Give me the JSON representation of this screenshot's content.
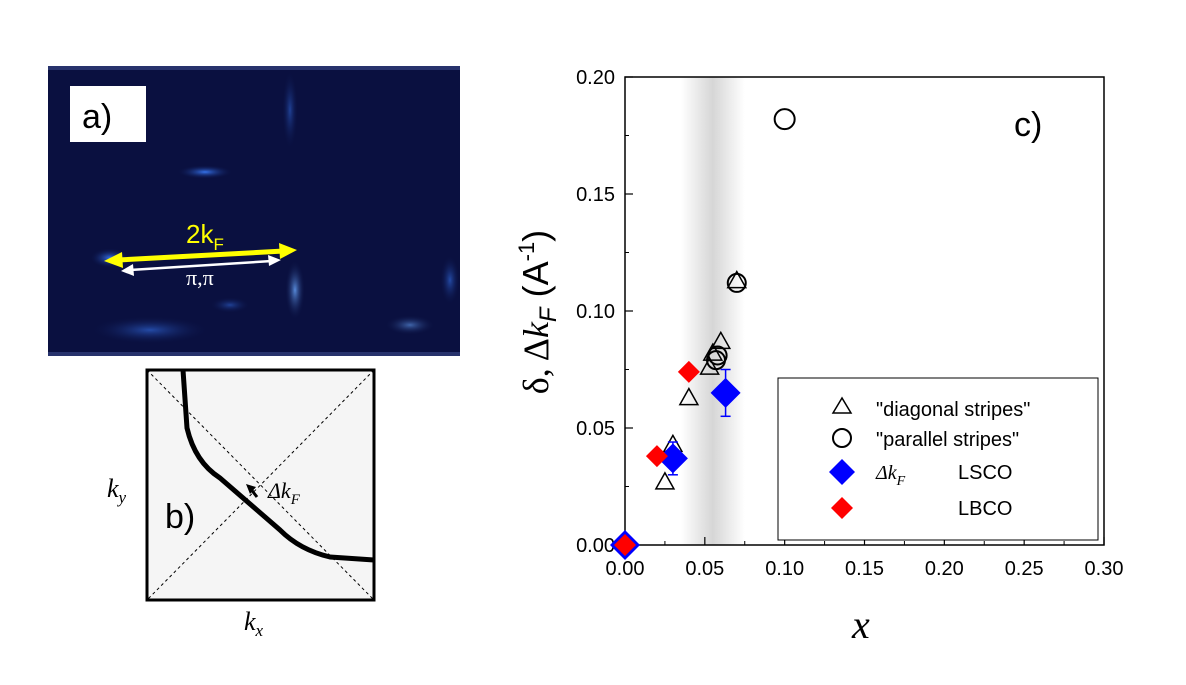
{
  "panel_a": {
    "label": "a)",
    "arrow_label_main": "2k",
    "arrow_label_sub": "F",
    "arrow_label_lower": "π,π",
    "colors": {
      "background": "#0a1040",
      "arrow_yellow": "#ffff00",
      "arrow_white": "#ffffff"
    }
  },
  "panel_b": {
    "label": "b)",
    "delta_label": "Δk",
    "delta_sub": "F",
    "kx_label": "k",
    "kx_sub": "x",
    "ky_label": "k",
    "ky_sub": "y"
  },
  "chart_data": {
    "type": "scatter",
    "panel_label": "c)",
    "xlabel": "x",
    "ylabel_parts": {
      "delta": "δ, Δ",
      "k": "k",
      "sub": "F",
      "unit_open": " (A",
      "unit_sup": "-1",
      "unit_close": ")"
    },
    "xlim": [
      0.0,
      0.3
    ],
    "ylim": [
      0.0,
      0.2
    ],
    "xticks": [
      "0.00",
      "0.05",
      "0.10",
      "0.15",
      "0.20",
      "0.25",
      "0.30"
    ],
    "yticks": [
      "0.00",
      "0.05",
      "0.10",
      "0.15",
      "0.20"
    ],
    "shaded_band": {
      "x_center": 0.055,
      "x_halfwidth": 0.02
    },
    "legend": {
      "entries": [
        {
          "marker": "triangle",
          "label": "\"diagonal stripes\""
        },
        {
          "marker": "circle",
          "label": "\"parallel stripes\""
        },
        {
          "marker": "diamond-blue",
          "label": "Δk",
          "sub": "F",
          "label2": "LSCO"
        },
        {
          "marker": "diamond-red",
          "label": "",
          "label2": "LBCO"
        }
      ],
      "placement": "bottom-right"
    },
    "colors": {
      "lsco": "#0000ff",
      "lbco": "#ff0000",
      "hollow": "#000000"
    },
    "series": [
      {
        "name": "\"diagonal stripes\"",
        "marker": "triangle",
        "points": [
          {
            "x": 0.025,
            "y": 0.027
          },
          {
            "x": 0.03,
            "y": 0.043
          },
          {
            "x": 0.04,
            "y": 0.063
          },
          {
            "x": 0.053,
            "y": 0.076
          },
          {
            "x": 0.055,
            "y": 0.082
          },
          {
            "x": 0.06,
            "y": 0.087
          },
          {
            "x": 0.07,
            "y": 0.113
          }
        ]
      },
      {
        "name": "\"parallel stripes\"",
        "marker": "circle",
        "points": [
          {
            "x": 0.057,
            "y": 0.079
          },
          {
            "x": 0.058,
            "y": 0.081
          },
          {
            "x": 0.07,
            "y": 0.112
          },
          {
            "x": 0.1,
            "y": 0.182
          }
        ]
      },
      {
        "name": "LSCO",
        "marker": "diamond",
        "color": "#0000ff",
        "points": [
          {
            "x": 0.0,
            "y": 0.0
          },
          {
            "x": 0.03,
            "y": 0.037,
            "err": 0.007
          },
          {
            "x": 0.063,
            "y": 0.065,
            "err": 0.01
          }
        ]
      },
      {
        "name": "LBCO",
        "marker": "diamond",
        "color": "#ff0000",
        "points": [
          {
            "x": 0.0,
            "y": 0.0
          },
          {
            "x": 0.02,
            "y": 0.038
          },
          {
            "x": 0.04,
            "y": 0.074
          }
        ]
      }
    ]
  }
}
